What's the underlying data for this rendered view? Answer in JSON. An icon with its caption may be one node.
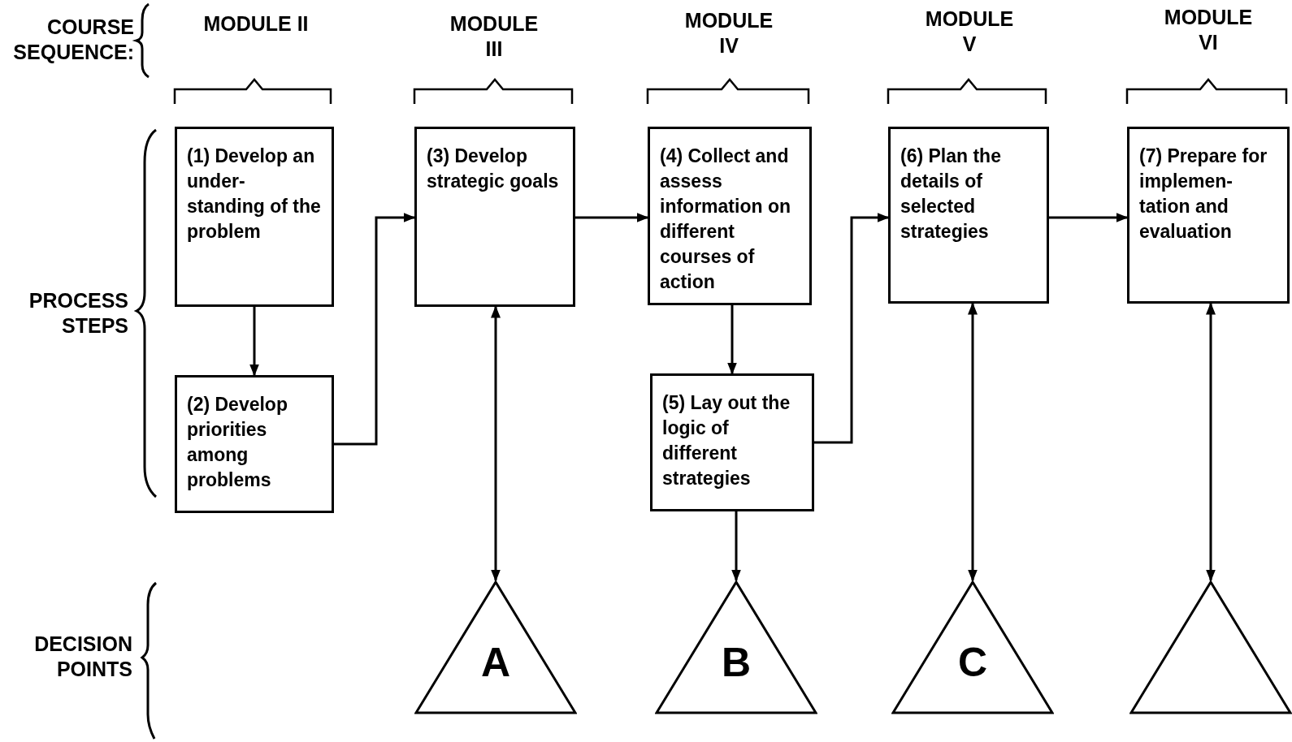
{
  "diagram": {
    "nodes": [
      {
        "text": [
          "(1) Develop an under-standing of the problem"
        ]
      },
      {
        "text": [
          "(2) Develop priorities among problems"
        ]
      },
      {
        "text": [
          "(3) Develop strategic goals"
        ]
      },
      {
        "text": [
          "(4) Collect and assess information on different courses of action"
        ]
      },
      {
        "text": [
          "(5) Lay out the logic of different strategies"
        ]
      },
      {
        "text": [
          "(6) Plan the details of selected strategies"
        ]
      },
      {
        "text": [
          "(7) Prepare for implemen-tation and evaluation"
        ]
      },
      {
        "text": [
          "A"
        ]
      },
      {
        "text": [
          "B"
        ]
      },
      {
        "text": [
          "C"
        ]
      },
      {
        "text": [],
        "shape": "triangle"
      }
    ],
    "edges": [
      {
        "from": 0,
        "to": 1,
        "arrow": "to"
      },
      {
        "from": 1,
        "to": 2,
        "arrow": "to"
      },
      {
        "from": 2,
        "to": 3,
        "arrow": "to"
      },
      {
        "from": 3,
        "to": 4,
        "arrow": "to"
      },
      {
        "from": 4,
        "to": 5,
        "arrow": "to"
      },
      {
        "from": 5,
        "to": 6,
        "arrow": "to"
      },
      {
        "from": 2,
        "to": 7,
        "arrow": "both"
      },
      {
        "from": 4,
        "to": 8,
        "arrow": "to"
      },
      {
        "from": 5,
        "to": 9,
        "arrow": "both"
      },
      {
        "from": 6,
        "to": 10,
        "arrow": "both"
      }
    ],
    "labels": [
      "COURSE SEQUENCE:",
      "MODULE II",
      "MODULE III",
      "MODULE IV",
      "MODULE V",
      "MODULE VI",
      "PROCESS STEPS",
      "DECISION POINTS"
    ]
  }
}
